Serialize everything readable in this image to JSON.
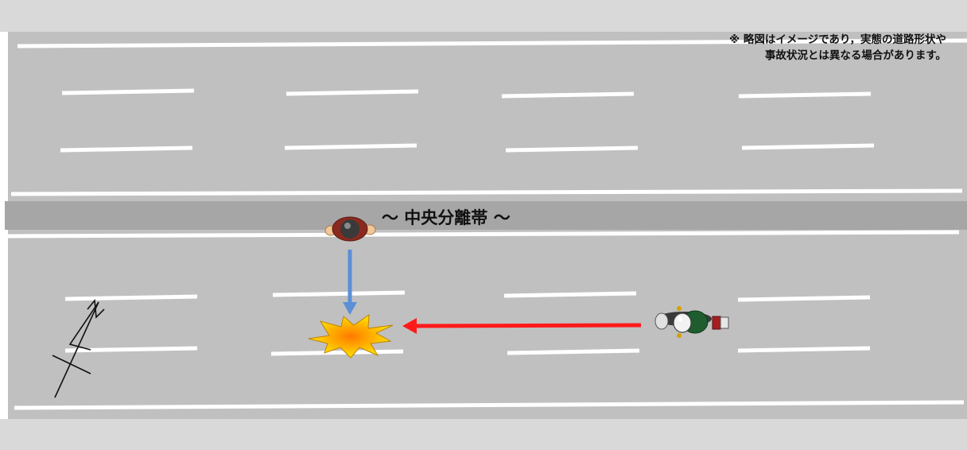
{
  "median_label": "～ 中央分離帯 ～",
  "disclaimer": {
    "line1": "※ 略図はイメージであり，実態の道路形状や",
    "line2": "事故状況とは異なる場合があります。"
  },
  "colors": {
    "road": "#c0c0c0",
    "median": "#a6a6a6",
    "shoulder": "#d9d9d9",
    "lane_marking": "#ffffff",
    "pedestrian_arrow": "#5b8fd6",
    "motorcycle_arrow": "#ff1a1a",
    "collision_fill": "#ffd700",
    "collision_core": "#ff9900"
  },
  "icons": {
    "north": "north-arrow-icon",
    "pedestrian": "pedestrian-icon",
    "motorcycle": "motorcycle-icon",
    "collision": "collision-burst-icon"
  }
}
